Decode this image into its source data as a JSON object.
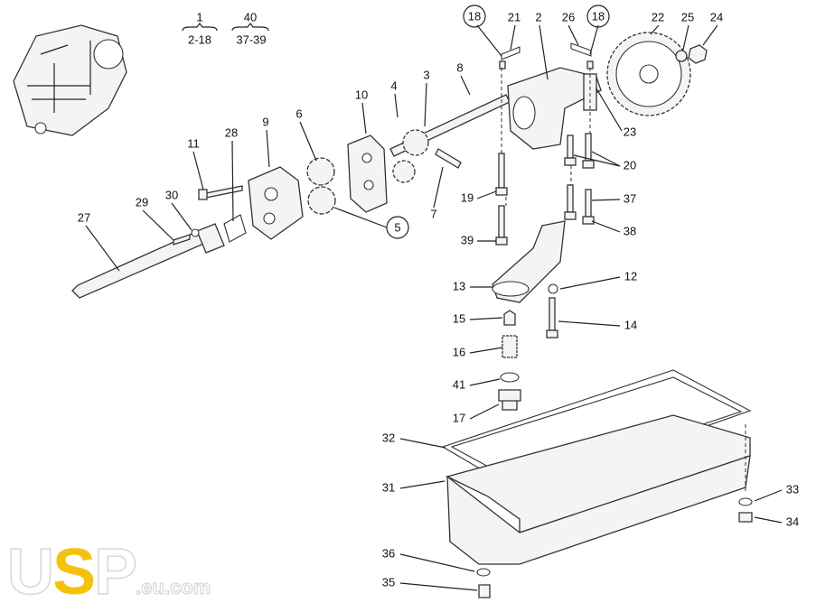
{
  "title_groups": [
    {
      "parent": "1",
      "range": "2-18"
    },
    {
      "parent": "40",
      "range": "37-39"
    }
  ],
  "callouts": {
    "c18a": "18",
    "c21": "21",
    "c2": "2",
    "c26": "26",
    "c18b": "18",
    "c22": "22",
    "c25": "25",
    "c24": "24",
    "c10": "10",
    "c4": "4",
    "c3": "3",
    "c8": "8",
    "c6": "6",
    "c9": "9",
    "c28": "28",
    "c11": "11",
    "c30": "30",
    "c29": "29",
    "c27": "27",
    "c5": "5",
    "c7": "7",
    "c23": "23",
    "c20": "20",
    "c19": "19",
    "c37": "37",
    "c39": "39",
    "c38": "38",
    "c13": "13",
    "c12": "12",
    "c15": "15",
    "c14": "14",
    "c16": "16",
    "c41": "41",
    "c17": "17",
    "c32": "32",
    "c31": "31",
    "c33": "33",
    "c34": "34",
    "c36": "36",
    "c35": "35"
  },
  "logo": {
    "text": "USP",
    "domain": ".eu.com",
    "accent": "#f4c20d"
  }
}
